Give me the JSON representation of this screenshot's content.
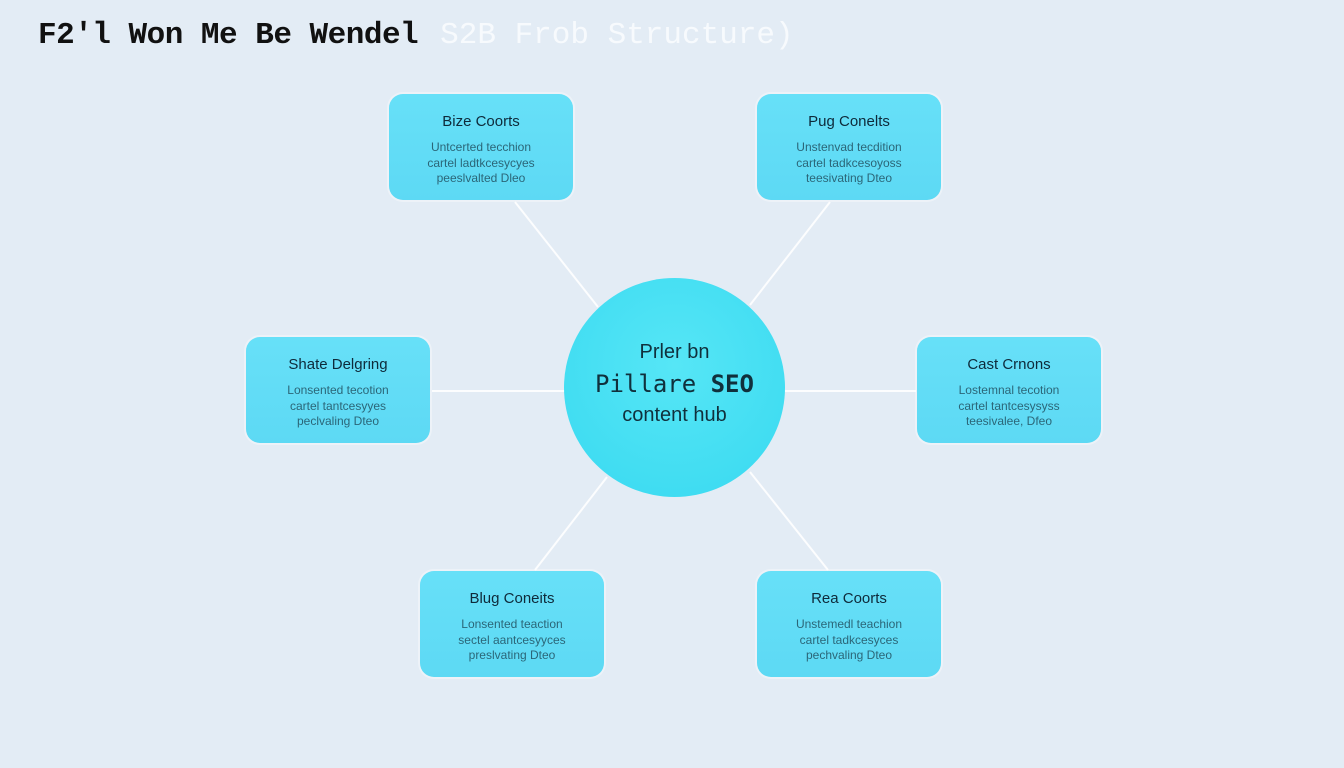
{
  "title": {
    "main": "F2'l Won Me Be Wendel",
    "sub": "S2B Frob Structure)"
  },
  "hub": {
    "line1": "Prler bn",
    "line2_a": "Pillare ",
    "line2_b": "SEO",
    "line3": "content hub"
  },
  "nodes": [
    {
      "title": "Bize Coorts",
      "lines": [
        "Untcerted tecchion",
        "cartel ladtkcesycyes",
        "peeslvalted Dleo"
      ]
    },
    {
      "title": "Pug Conelts",
      "lines": [
        "Unstenvad tecdition",
        "cartel tadkcesoyoss",
        "teesivating Dteo"
      ]
    },
    {
      "title": "Shate Delgring",
      "lines": [
        "Lonsented tecotion",
        "cartel tantcesyyes",
        "peclvaling Dteo"
      ]
    },
    {
      "title": "Cast Crnons",
      "lines": [
        "Lostemnal tecotion",
        "cartel tantcesysyss",
        "teesivalee, Dfeo"
      ]
    },
    {
      "title": "Blug Coneits",
      "lines": [
        "Lonsented teaction",
        "sectel aantcesyyces",
        "preslvating Dteo"
      ]
    },
    {
      "title": "Rea Coorts",
      "lines": [
        "Unstemedl teachion",
        "cartel tadkcesyces",
        "pechvaling Dteo"
      ]
    }
  ],
  "colors": {
    "background": "#e3ecf5",
    "node": "#62ddf6",
    "hub": "#40dcf1",
    "connector": "#ffffff"
  }
}
